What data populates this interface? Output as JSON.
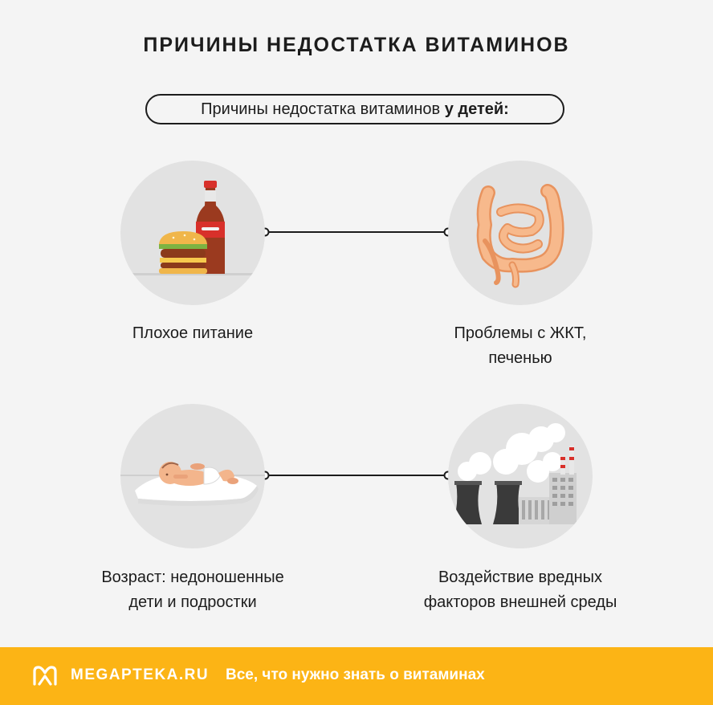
{
  "title": "ПРИЧИНЫ НЕДОСТАТКА ВИТАМИНОВ",
  "subtitle": {
    "prefix": "Причины недостатка витаминов ",
    "bold": "у детей:"
  },
  "causes": [
    {
      "icon": "fast-food-icon",
      "lines": [
        "Плохое питание"
      ]
    },
    {
      "icon": "intestines-icon",
      "lines": [
        "Проблемы с ЖКТ,",
        "печенью"
      ]
    },
    {
      "icon": "baby-icon",
      "lines": [
        "Возраст: недоношенные",
        "дети и подростки"
      ]
    },
    {
      "icon": "factory-icon",
      "lines": [
        "Воздействие вредных",
        "факторов внешней среды"
      ]
    }
  ],
  "footer": {
    "brand": "MEGAPTEKA.RU",
    "tagline": "Все, что нужно знать о витаминах"
  },
  "colors": {
    "background": "#f4f4f4",
    "circle": "#e2e2e2",
    "accent": "#fcb415",
    "text": "#1c1c1c"
  }
}
